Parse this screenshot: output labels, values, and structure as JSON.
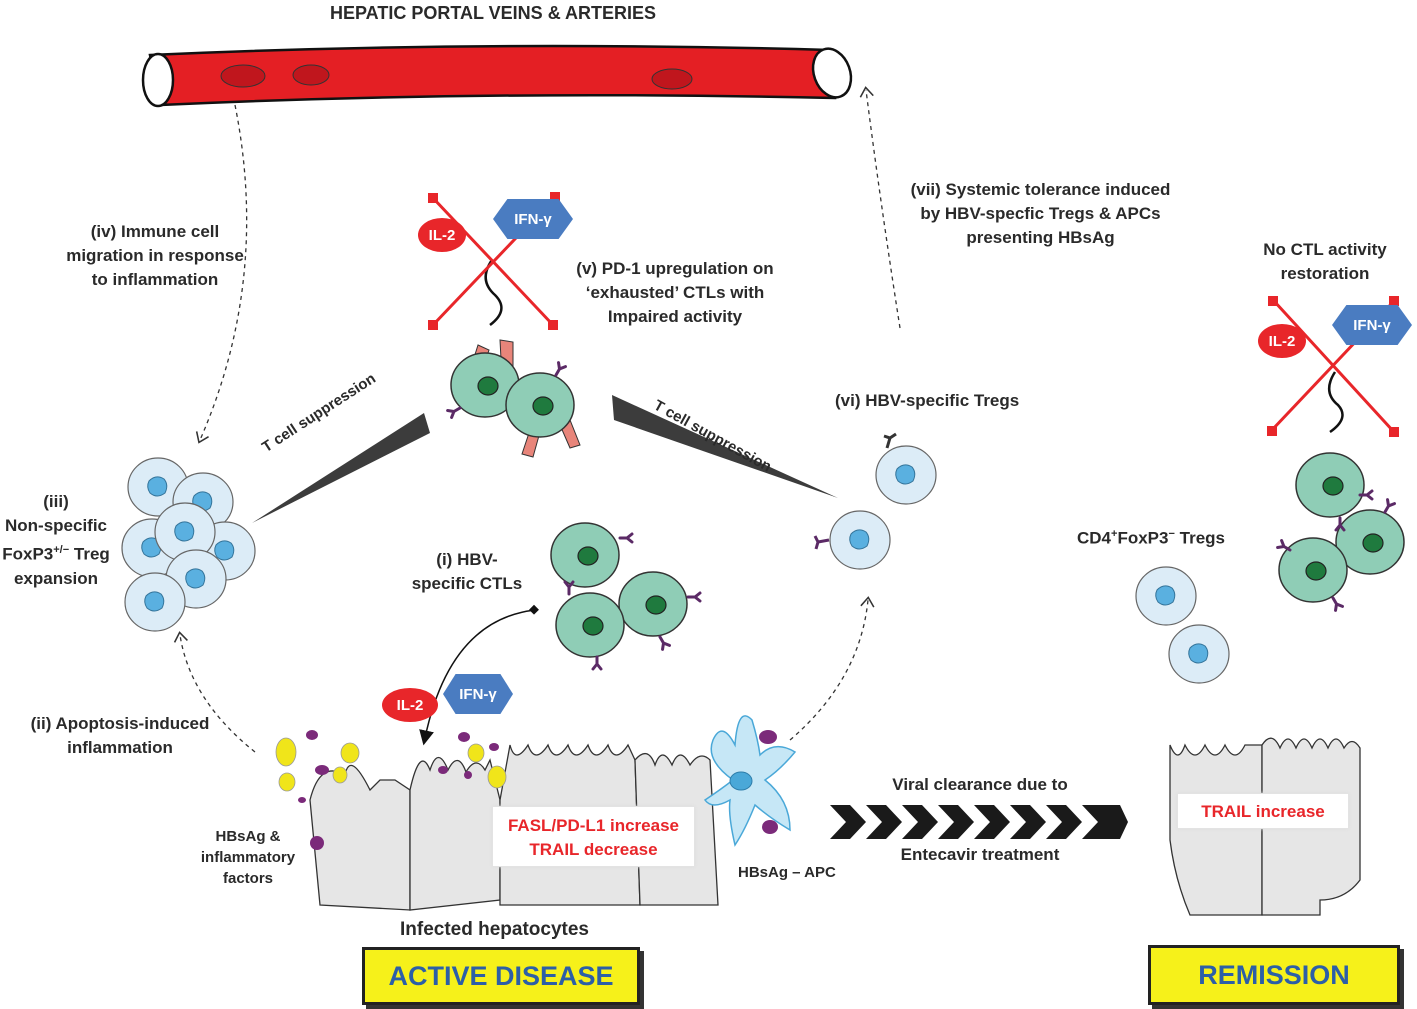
{
  "title": "HEPATIC PORTAL VEINS & ARTERIES",
  "steps": {
    "i": [
      "(i) HBV-",
      "specific CTLs"
    ],
    "ii": [
      "(ii) Apoptosis-induced",
      "inflammation"
    ],
    "iii": [
      "(iii)",
      "Non-specific",
      "FoxP3",
      "+/−",
      " Treg",
      "expansion"
    ],
    "iv": [
      "(iv) Immune cell",
      "migration in response",
      "to inflammation"
    ],
    "v": [
      "(v) PD-1 upregulation on",
      "‘exhausted’ CTLs with",
      "Impaired activity"
    ],
    "vi": "(vi) HBV-specific Tregs",
    "vii": [
      "(vii) Systemic tolerance induced",
      "by HBV-specfic Tregs & APCs",
      "presenting HBsAg"
    ]
  },
  "suppression_label": "T cell suppression",
  "cytokines": {
    "il2": "IL-2",
    "ifn": "IFN-γ"
  },
  "hbsag_label": [
    "HBsAg &",
    "inflammatory",
    "factors"
  ],
  "apc_label": "HBsAg – APC",
  "infected_label": "Infected hepatocytes",
  "active_box": [
    "FASL/PD-L1 increase",
    "TRAIL decrease"
  ],
  "clearance": {
    "top": "Viral clearance due to",
    "bottom": "Entecavir treatment"
  },
  "no_ctl": [
    "No CTL activity",
    "restoration"
  ],
  "cd4_label": {
    "a": "CD4",
    "b": "+",
    "c": "FoxP3",
    "d": "−",
    "e": " Tregs"
  },
  "remission_box": "TRAIL increase",
  "banners": {
    "active": "ACTIVE DISEASE",
    "remission": "REMISSION"
  },
  "colors": {
    "vessel": "#e41f24",
    "ctl": "#8fcdb6",
    "treg": "#dcecf7",
    "il2": "#e8262a",
    "ifn": "#4a7cc1",
    "banner": "#f6f11a",
    "banner_text": "#2c5fa7"
  }
}
